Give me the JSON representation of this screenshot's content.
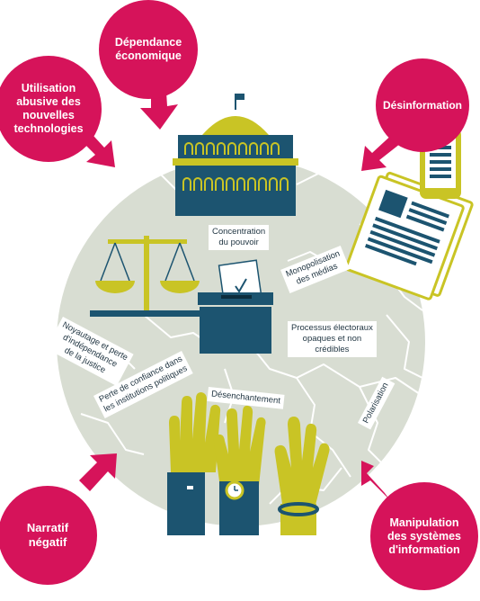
{
  "colors": {
    "threat": "#d6135a",
    "globe": "#d8ddd2",
    "cracks": "#ffffff",
    "navy": "#1c5470",
    "olive": "#c9c425",
    "text": "#1e3340"
  },
  "threats": {
    "economic": [
      "Dépendance",
      "économique"
    ],
    "technology": [
      "Utilisation",
      "abusive des",
      "nouvelles",
      "technologies"
    ],
    "disinformation": [
      "Désinformation"
    ],
    "narrative": [
      "Narratif",
      "négatif"
    ],
    "manipulation": [
      "Manipulation",
      "des systèmes",
      "d'information"
    ]
  },
  "labels": {
    "concentration": [
      "Concentration",
      "du pouvoir"
    ],
    "media": [
      "Monopolisation",
      "des médias"
    ],
    "electoral": [
      "Processus électoraux",
      "opaques et non",
      "crédibles"
    ],
    "justice": [
      "Noyautage et perte",
      "d'indépendance",
      "de la justice"
    ],
    "trust": [
      "Perte de confiance dans",
      "les institutions politiques"
    ],
    "disenchantment": [
      "Désenchantement"
    ],
    "polarisation": [
      "Polarisation"
    ]
  },
  "icons": [
    "capitol-icon",
    "scales-icon",
    "ballot-box-icon",
    "smartphone-icon",
    "newspaper-icon",
    "raised-hands-icon",
    "pink-arrow-icon"
  ]
}
